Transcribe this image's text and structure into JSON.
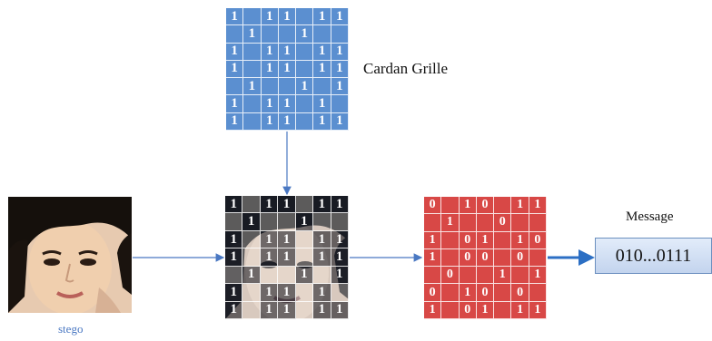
{
  "grille": {
    "label": "Cardan Grille",
    "rows": [
      [
        "1",
        "",
        "1",
        "1",
        "",
        "1",
        "1"
      ],
      [
        "",
        "1",
        "",
        "",
        "1",
        "",
        ""
      ],
      [
        "1",
        "",
        "1",
        "1",
        "",
        "1",
        "1"
      ],
      [
        "1",
        "",
        "1",
        "1",
        "",
        "1",
        "1"
      ],
      [
        "",
        "1",
        "",
        "",
        "1",
        "",
        "1"
      ],
      [
        "1",
        "",
        "1",
        "1",
        "",
        "1",
        ""
      ],
      [
        "1",
        "",
        "1",
        "1",
        "",
        "1",
        "1"
      ]
    ]
  },
  "overlay": {
    "rows": [
      [
        "1",
        "",
        "1",
        "1",
        "",
        "1",
        "1"
      ],
      [
        "",
        "1",
        "",
        "",
        "1",
        "",
        ""
      ],
      [
        "1",
        "",
        "1",
        "1",
        "",
        "1",
        "1"
      ],
      [
        "1",
        "",
        "1",
        "1",
        "",
        "1",
        "1"
      ],
      [
        "",
        "1",
        "",
        "",
        "1",
        "",
        "1"
      ],
      [
        "1",
        "",
        "1",
        "1",
        "",
        "1",
        ""
      ],
      [
        "1",
        "",
        "1",
        "1",
        "",
        "1",
        "1"
      ]
    ]
  },
  "decoded": {
    "rows": [
      [
        "0",
        "",
        "1",
        "0",
        "",
        "1",
        "1"
      ],
      [
        "",
        "1",
        "",
        "",
        "0",
        "",
        ""
      ],
      [
        "1",
        "",
        "0",
        "1",
        "",
        "1",
        "0"
      ],
      [
        "1",
        "",
        "0",
        "0",
        "",
        "0",
        ""
      ],
      [
        "",
        "0",
        "",
        "",
        "1",
        "",
        "1"
      ],
      [
        "0",
        "",
        "1",
        "0",
        "",
        "0",
        ""
      ],
      [
        "1",
        "",
        "0",
        "1",
        "",
        "1",
        "1"
      ]
    ]
  },
  "stego_label": "stego",
  "message_label": "Message",
  "message_value": "010...0111",
  "colors": {
    "grille_blue": "#5b8fd0",
    "decoded_red": "#d84846",
    "arrow": "#4a78c2"
  }
}
